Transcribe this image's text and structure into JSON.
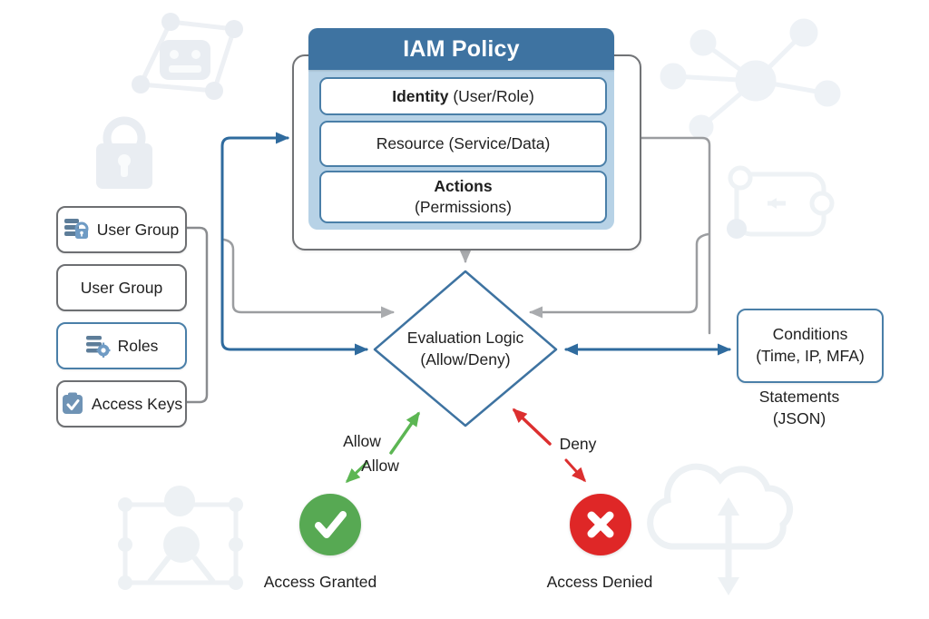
{
  "iam_policy": {
    "header": "IAM Policy",
    "rows": [
      {
        "strong": "Identity",
        "rest": " (User/Role)"
      },
      {
        "strong": "",
        "rest": "Resource (Service/Data)"
      },
      {
        "strong": "Actions",
        "rest": "(Permissions)"
      }
    ]
  },
  "sources": {
    "items": [
      {
        "label": "User Group",
        "icon": "user-group-lock-icon"
      },
      {
        "label": "User Group",
        "icon": ""
      },
      {
        "label": "Roles",
        "icon": "roles-gear-icon"
      },
      {
        "label": "Access Keys",
        "icon": "access-keys-check-icon"
      }
    ]
  },
  "evaluation": {
    "line1": "Evaluation Logic",
    "line2": "(Allow/Deny)"
  },
  "conditions": {
    "line1": "Conditions",
    "line2": "(Time, IP, MFA)"
  },
  "statements": {
    "line1": "Statements",
    "line2": "(JSON)"
  },
  "outcomes": {
    "allow_label_1": "Allow",
    "allow_label_2": "Allow",
    "deny_label": "Deny",
    "granted_label": "Access Granted",
    "denied_label": "Access Denied",
    "granted_icon": "check-icon",
    "denied_icon": "x-icon"
  },
  "colors": {
    "header_blue": "#3e73a1",
    "panel_blue": "#b7d2e6",
    "box_border_blue": "#4a7fa8",
    "line_blue": "#2f6b9e",
    "line_gray": "#9b9da0",
    "allow_green": "#5cb653",
    "deny_red": "#dc2f2f",
    "watermark": "#edf1f5"
  }
}
